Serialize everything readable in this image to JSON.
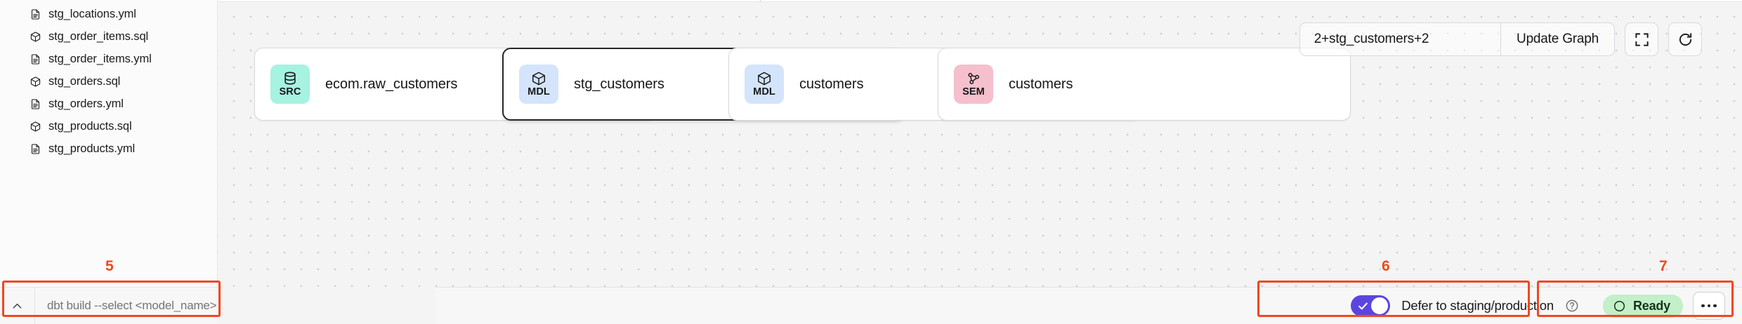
{
  "sidebar": {
    "files": [
      {
        "name": "stg_locations.yml",
        "icon": "file-yml-icon"
      },
      {
        "name": "stg_order_items.sql",
        "icon": "cube-sql-icon"
      },
      {
        "name": "stg_order_items.yml",
        "icon": "file-yml-icon"
      },
      {
        "name": "stg_orders.sql",
        "icon": "cube-sql-icon"
      },
      {
        "name": "stg_orders.yml",
        "icon": "file-yml-icon"
      },
      {
        "name": "stg_products.sql",
        "icon": "cube-sql-icon"
      },
      {
        "name": "stg_products.yml",
        "icon": "file-yml-icon"
      }
    ]
  },
  "command_bar": {
    "collapse_icon": "chevron-up-icon",
    "placeholder": "dbt build --select <model_name>"
  },
  "graph_toolbar": {
    "selector_value": "2+stg_customers+2",
    "selector_placeholder": "2+stg_customers+2",
    "update_label": "Update Graph",
    "fullscreen_icon": "fullscreen-icon",
    "refresh_icon": "refresh-icon"
  },
  "graph": {
    "nodes": [
      {
        "badge": "SRC",
        "icon": "database-icon",
        "label": "ecom.raw_customers",
        "selected": false,
        "color": "#a5f3e0"
      },
      {
        "badge": "MDL",
        "icon": "cube-icon",
        "label": "stg_customers",
        "selected": true,
        "color": "#d4e4fb"
      },
      {
        "badge": "MDL",
        "icon": "cube-icon",
        "label": "customers",
        "selected": false,
        "color": "#d4e4fb"
      },
      {
        "badge": "SEM",
        "icon": "semantic-icon",
        "label": "customers",
        "selected": false,
        "color": "#f5bfce"
      }
    ]
  },
  "status_bar": {
    "defer_label": "Defer to staging/production",
    "defer_enabled": true,
    "help_icon": "question-circle-icon",
    "ready_label": "Ready",
    "ready_icon": "status-circle-icon",
    "more_icon": "ellipsis-icon"
  },
  "annotations": [
    {
      "number": "5"
    },
    {
      "number": "6"
    },
    {
      "number": "7"
    }
  ],
  "colors": {
    "accent": "#5b45e0",
    "annotation": "#f0481e",
    "ready_bg": "#c3f0c8",
    "src_badge": "#a5f3e0",
    "mdl_badge": "#d4e4fb",
    "sem_badge": "#f5bfce"
  }
}
